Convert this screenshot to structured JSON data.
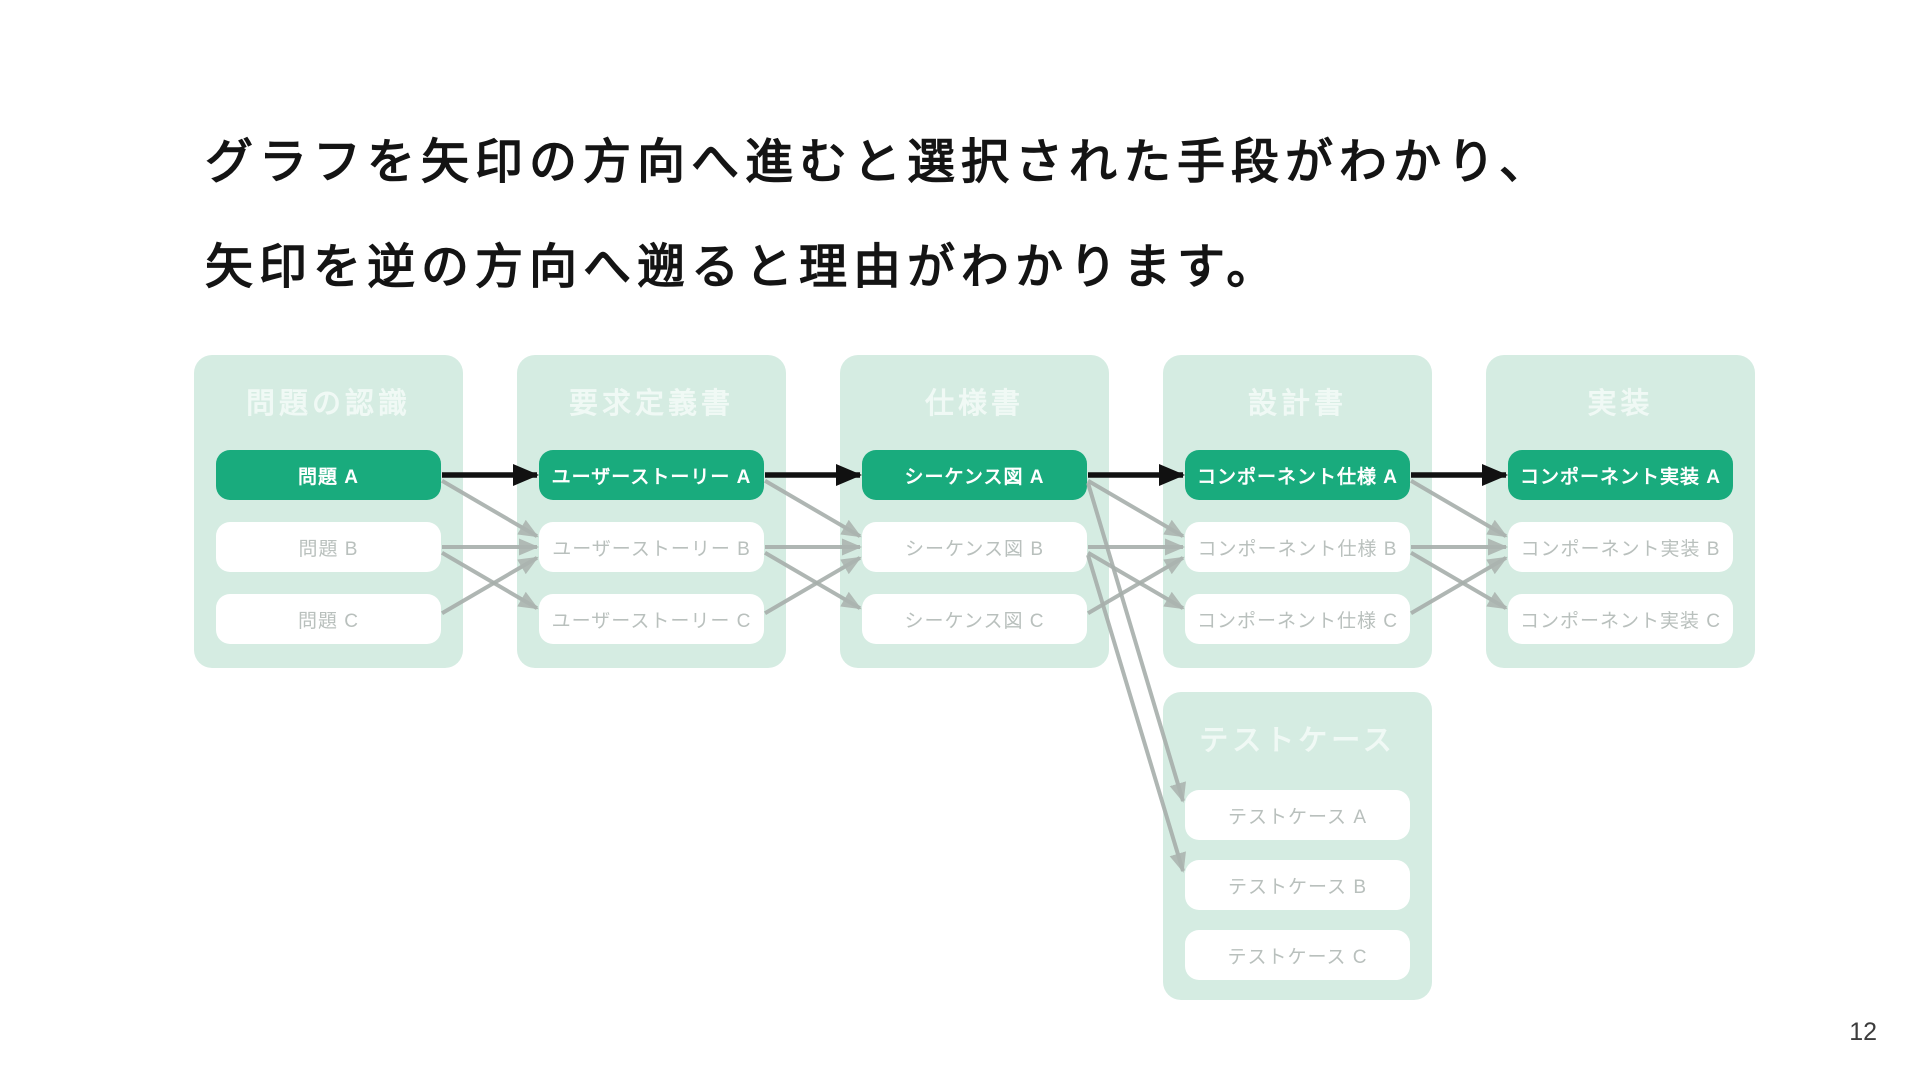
{
  "slide": {
    "title_line1": "グラフを矢印の方向へ進むと選択された手段がわかり、",
    "title_line2": "矢印を逆の方向へ遡ると理由がわかります。",
    "page_number": "12"
  },
  "colors": {
    "group_bg": "#d5ece2",
    "group_title": "#f0f9f5",
    "selected_bg": "#19ab7d",
    "selected_text": "#ffffff",
    "faded_bg": "#ffffff",
    "faded_text": "#b9c0bd",
    "edge_selected": "#111111",
    "edge_faded": "#a7afab"
  },
  "diagram": {
    "groups": [
      {
        "id": "problem",
        "title": "問題の認識",
        "items": [
          {
            "id": "A",
            "label": "問題 A",
            "state": "selected"
          },
          {
            "id": "B",
            "label": "問題 B",
            "state": "faded"
          },
          {
            "id": "C",
            "label": "問題 C",
            "state": "faded"
          }
        ]
      },
      {
        "id": "requirements",
        "title": "要求定義書",
        "items": [
          {
            "id": "A",
            "label": "ユーザーストーリー A",
            "state": "selected"
          },
          {
            "id": "B",
            "label": "ユーザーストーリー B",
            "state": "faded"
          },
          {
            "id": "C",
            "label": "ユーザーストーリー C",
            "state": "faded"
          }
        ]
      },
      {
        "id": "spec",
        "title": "仕様書",
        "items": [
          {
            "id": "A",
            "label": "シーケンス図 A",
            "state": "selected"
          },
          {
            "id": "B",
            "label": "シーケンス図 B",
            "state": "faded"
          },
          {
            "id": "C",
            "label": "シーケンス図 C",
            "state": "faded"
          }
        ]
      },
      {
        "id": "design",
        "title": "設計書",
        "items": [
          {
            "id": "A",
            "label": "コンポーネント仕様 A",
            "state": "selected"
          },
          {
            "id": "B",
            "label": "コンポーネント仕様 B",
            "state": "faded"
          },
          {
            "id": "C",
            "label": "コンポーネント仕様 C",
            "state": "faded"
          }
        ]
      },
      {
        "id": "implementation",
        "title": "実装",
        "items": [
          {
            "id": "A",
            "label": "コンポーネント実装 A",
            "state": "selected"
          },
          {
            "id": "B",
            "label": "コンポーネント実装 B",
            "state": "faded"
          },
          {
            "id": "C",
            "label": "コンポーネント実装 C",
            "state": "faded"
          }
        ]
      },
      {
        "id": "testcases",
        "title": "テストケース",
        "items": [
          {
            "id": "A",
            "label": "テストケース A",
            "state": "faded"
          },
          {
            "id": "B",
            "label": "テストケース B",
            "state": "faded"
          },
          {
            "id": "C",
            "label": "テストケース C",
            "state": "faded"
          }
        ]
      }
    ],
    "edges": [
      {
        "from": "problem.A",
        "to": "requirements.A",
        "type": "selected"
      },
      {
        "from": "problem.A",
        "to": "requirements.B",
        "type": "faded"
      },
      {
        "from": "problem.B",
        "to": "requirements.B",
        "type": "faded"
      },
      {
        "from": "problem.B",
        "to": "requirements.C",
        "type": "faded"
      },
      {
        "from": "problem.C",
        "to": "requirements.B",
        "type": "faded"
      },
      {
        "from": "requirements.A",
        "to": "spec.A",
        "type": "selected"
      },
      {
        "from": "requirements.A",
        "to": "spec.B",
        "type": "faded"
      },
      {
        "from": "requirements.B",
        "to": "spec.B",
        "type": "faded"
      },
      {
        "from": "requirements.B",
        "to": "spec.C",
        "type": "faded"
      },
      {
        "from": "requirements.C",
        "to": "spec.B",
        "type": "faded"
      },
      {
        "from": "spec.A",
        "to": "design.A",
        "type": "selected"
      },
      {
        "from": "spec.A",
        "to": "design.B",
        "type": "faded"
      },
      {
        "from": "spec.B",
        "to": "design.B",
        "type": "faded"
      },
      {
        "from": "spec.B",
        "to": "design.C",
        "type": "faded"
      },
      {
        "from": "spec.C",
        "to": "design.B",
        "type": "faded"
      },
      {
        "from": "design.A",
        "to": "implementation.A",
        "type": "selected"
      },
      {
        "from": "design.A",
        "to": "implementation.B",
        "type": "faded"
      },
      {
        "from": "design.B",
        "to": "implementation.B",
        "type": "faded"
      },
      {
        "from": "design.B",
        "to": "implementation.C",
        "type": "faded"
      },
      {
        "from": "design.C",
        "to": "implementation.B",
        "type": "faded"
      },
      {
        "from": "spec.A",
        "to": "testcases.A",
        "type": "faded"
      },
      {
        "from": "spec.B",
        "to": "testcases.B",
        "type": "faded"
      }
    ]
  }
}
